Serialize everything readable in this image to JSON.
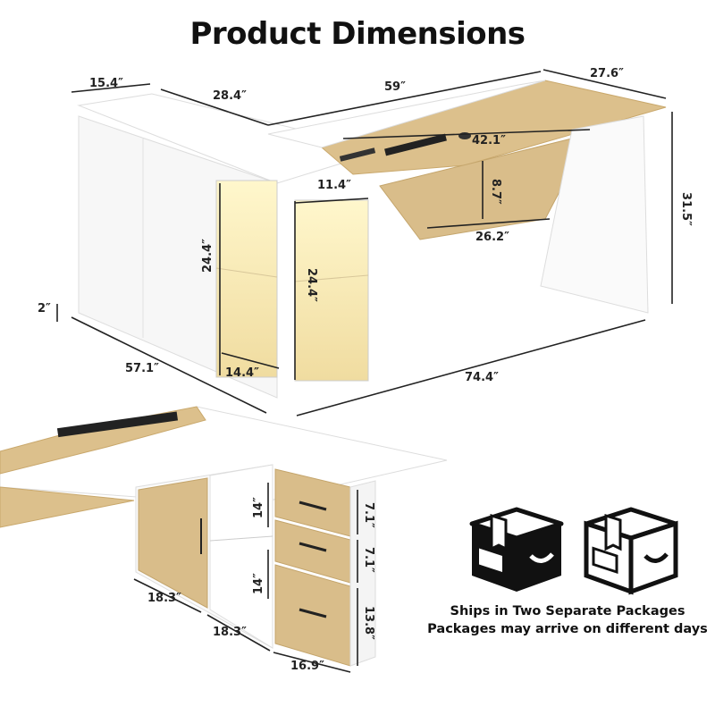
{
  "title": "Product Dimensions",
  "dimensions": {
    "top_left_depth": "15.4″",
    "top_side_depth": "28.4″",
    "top_width": "59″",
    "top_right_depth": "27.6″",
    "desk_height": "31.5″",
    "keyboard_top": "42.1″",
    "keyboard_height": "8.7″",
    "keyboard_bottom": "26.2″",
    "shelf_width_top": "11.4″",
    "shelf_height_left": "24.4″",
    "shelf_height_right": "24.4″",
    "shelf_width_bottom": "14.4″",
    "base_height": "2″",
    "side_length": "57.1″",
    "total_length": "74.4″",
    "cabinet_shelf_top": "14″",
    "cabinet_shelf_bottom": "14″",
    "drawer_1": "7.1″",
    "drawer_2": "7.1″",
    "drawer_3": "13.8″",
    "cabinet_left_width": "18.3″",
    "cabinet_mid_width": "18.3″",
    "drawer_width": "16.9″"
  },
  "shipping": {
    "line1": "Ships in Two Separate Packages",
    "line2": "Packages may arrive on different days"
  },
  "icons": [
    "package-box-icon",
    "package-box-icon"
  ],
  "colors": {
    "wood": "#d9bf8a",
    "white": "#ffffff",
    "accent": "#111111"
  }
}
